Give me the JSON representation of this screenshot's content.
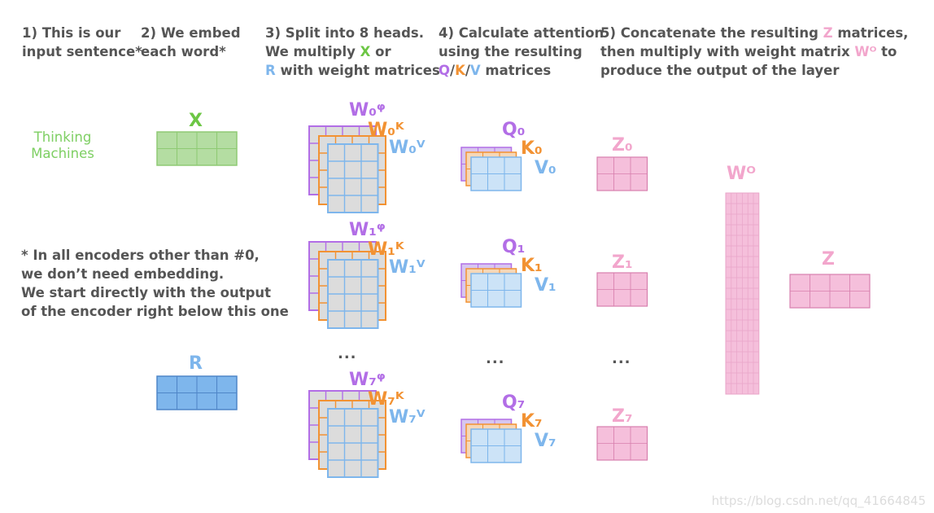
{
  "steps": [
    {
      "lines": [
        "1) This is our",
        "input sentence*"
      ]
    },
    {
      "lines": [
        "2) We embed",
        "each word*"
      ]
    },
    {
      "lines": [
        "3) Split into 8 heads.",
        "We multiply {X} or",
        "{R} with weight matrices"
      ]
    },
    {
      "lines": [
        "4) Calculate attention",
        "using the resulting",
        "{Q}/{K}/{V} matrices"
      ]
    },
    {
      "lines": [
        "5) Concatenate the resulting {Z} matrices,",
        "then multiply with weight matrix {WO} to",
        "produce the output of the layer"
      ]
    }
  ],
  "inline_tokens": {
    "X": "X",
    "R": "R",
    "Q": "Q",
    "K": "K",
    "V": "V",
    "Z": "Z",
    "WO": "Wᴼ"
  },
  "input_words": [
    "Thinking",
    "Machines"
  ],
  "note_lines": [
    "* In all encoders other than #0,",
    "we don’t need embedding.",
    "We start directly with the output",
    "of the encoder right below this one"
  ],
  "labels": {
    "x_matrix": "X",
    "r_matrix": "R",
    "z_final": "Z",
    "wo_matrix": "Wᴼ",
    "heads": [
      {
        "wq": "W₀ᵠ",
        "wk": "W₀ᴷ",
        "wv": "W₀ⱽ",
        "q": "Q₀",
        "k": "K₀",
        "v": "V₀",
        "z": "Z₀"
      },
      {
        "wq": "W₁ᵠ",
        "wk": "W₁ᴷ",
        "wv": "W₁ⱽ",
        "q": "Q₁",
        "k": "K₁",
        "v": "V₁",
        "z": "Z₁"
      },
      {
        "wq": "W₇ᵠ",
        "wk": "W₇ᴷ",
        "wv": "W₇ⱽ",
        "q": "Q₇",
        "k": "K₇",
        "v": "V₇",
        "z": "Z₇"
      }
    ],
    "ellipsis": "..."
  },
  "watermark": "https://blog.csdn.net/qq_41664845",
  "colors": {
    "green": "#6cc644",
    "green_fill": "#b4dda2",
    "green_line": "#8fca74",
    "blue": "#7eb6ec",
    "blue_fill": "#7eb6ec",
    "blue_line": "#4f86c8",
    "purple": "#b26ee6",
    "orange": "#f29233",
    "pink": "#f2a6cc",
    "pink_fill": "#f5bfdb",
    "pink_line": "#d77fae",
    "grey_fill": "#dcdcdc",
    "lightblue_fill": "#cce3f7",
    "lightblue_line": "#7eb6ec"
  }
}
